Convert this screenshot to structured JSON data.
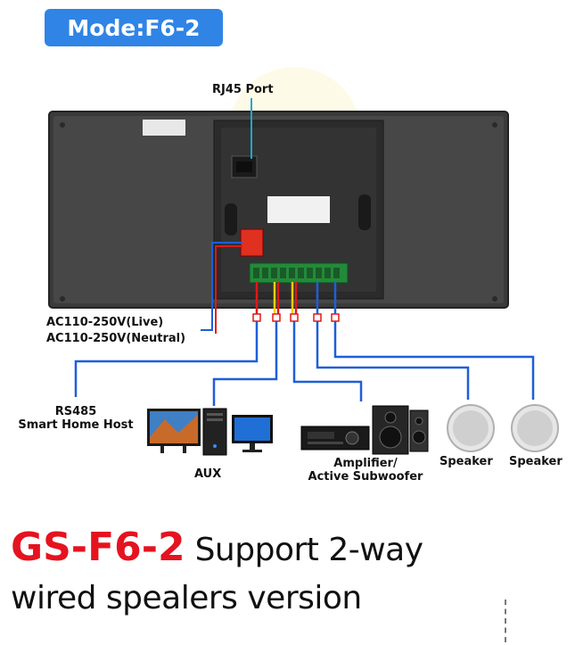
{
  "mode_badge": "Mode:F6-2",
  "labels": {
    "rj45": "RJ45 Port",
    "ac_live": "AC110-250V(Live)",
    "ac_neutral": "AC110-250V(Neutral)",
    "rs485_line1": "RS485",
    "rs485_line2": "Smart Home Host",
    "aux": "AUX",
    "amplifier_line1": "Amplifier/",
    "amplifier_line2": "Active Subwoofer",
    "speaker_1": "Speaker",
    "speaker_2": "Speaker"
  },
  "headline": {
    "model": "GS-F6-2",
    "tagline": " Support 2-way",
    "line2": "wired spealers version"
  },
  "colors": {
    "badge": "#2f84e6",
    "wire_blue": "#1e5fd8",
    "wire_red": "#e01818",
    "wire_yellow": "#f0d000",
    "accent_red": "#e5131f",
    "rj45_line": "#20a7c9"
  },
  "icons": [
    "tv-icon",
    "pc-tower-icon",
    "monitor-icon",
    "amplifier-icon",
    "subwoofer-icon",
    "ceiling-speaker-icon"
  ]
}
